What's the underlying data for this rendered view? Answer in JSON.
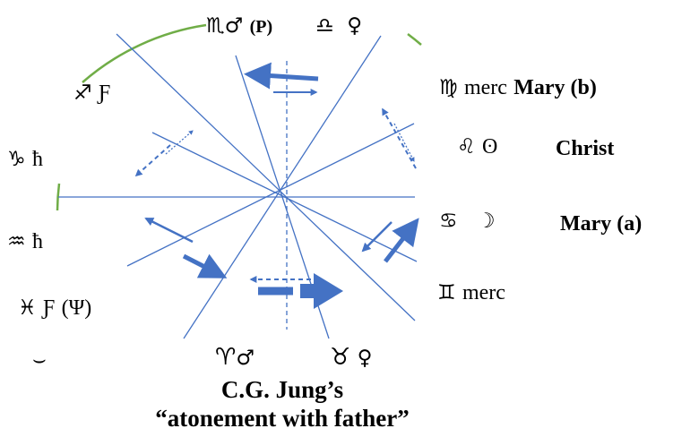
{
  "signs": {
    "scorpio": {
      "glyph": "♏",
      "ruler": "♂",
      "extra": "(P)"
    },
    "libra": {
      "glyph": "♎",
      "ruler": "♀"
    },
    "virgo": {
      "glyph": "♍",
      "ruler": "merc",
      "label": "Mary (b)"
    },
    "leo": {
      "glyph": "♌",
      "ruler": "ʘ",
      "label": "Christ"
    },
    "cancer": {
      "glyph": "♋",
      "ruler": "☽",
      "label": "Mary (a)"
    },
    "gemini": {
      "glyph": "♊",
      "ruler": "merc"
    },
    "sagittarius": {
      "glyph": "♐",
      "ruler": "Ƒ"
    },
    "capricorn": {
      "glyph": "♑",
      "ruler": "ħ"
    },
    "aquarius": {
      "glyph": "♒",
      "ruler": "ħ"
    },
    "pisces": {
      "glyph": "♓",
      "ruler": "Ƒ",
      "extra": "(Ψ)"
    },
    "aries": {
      "glyph": "♈",
      "ruler": "♂"
    },
    "taurus": {
      "glyph": "♉",
      "ruler": "♀"
    },
    "bottom_left_mark": "⌣"
  },
  "caption": {
    "line1": "C.G. Jung’s",
    "line2": "“atonement with father”"
  },
  "colors": {
    "line": "#4472c4",
    "arrow": "#4472c4",
    "arc": "#70ad47"
  }
}
